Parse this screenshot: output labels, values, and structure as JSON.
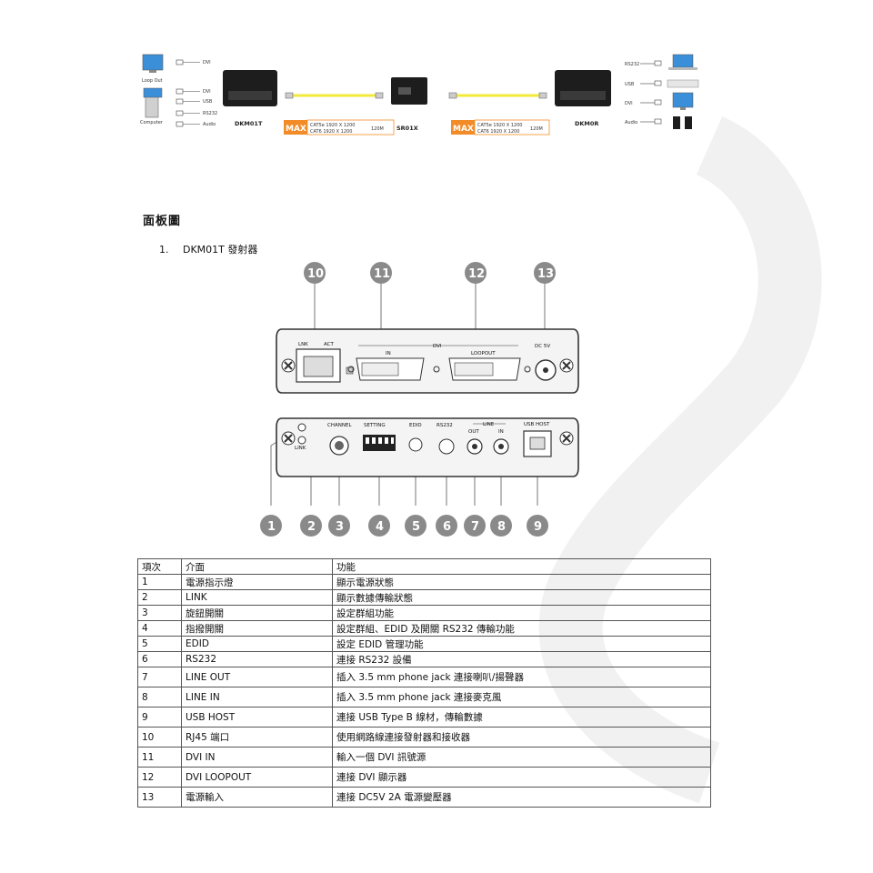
{
  "diagram": {
    "devices": [
      "DKM01T",
      "SR01X",
      "DKM0R"
    ],
    "left_labels": [
      "Loop Out",
      "Computer"
    ],
    "left_ports": [
      "DVI",
      "DVI",
      "USB",
      "RS232",
      "Audio"
    ],
    "right_ports": [
      "RS232",
      "USB",
      "DVI",
      "Audio"
    ],
    "max_badge": "MAX",
    "cable_spec_1": "CAT5e 1920 X 1200",
    "cable_spec_2": "CAT6 1920 X 1200",
    "distance": "120M",
    "colors": {
      "accent": "#f28c28",
      "cable": "#f2ea3a",
      "circle": "#8a8a8a"
    }
  },
  "section_title": "面板圖",
  "subsection": {
    "number": "1.",
    "title": "DKM01T 發射器"
  },
  "panel": {
    "callouts_top": [
      "10",
      "11",
      "12",
      "13"
    ],
    "callouts_bottom": [
      "1",
      "2",
      "3",
      "4",
      "5",
      "6",
      "7",
      "8",
      "9"
    ],
    "top_labels": {
      "lnk": "LNK",
      "act": "ACT",
      "dvi": "DVI",
      "in": "IN",
      "loopout": "LOOPOUT",
      "dc": "DC 5V"
    },
    "bottom_labels": {
      "link": "LINK",
      "channel": "CHANNEL",
      "setting": "SETTING",
      "edid": "EDID",
      "rs232": "RS232",
      "line": "LINE",
      "out": "OUT",
      "in": "IN",
      "usb_host": "USB HOST"
    }
  },
  "table": {
    "headers": [
      "項次",
      "介面",
      "功能"
    ],
    "rows": [
      [
        "1",
        "電源指示燈",
        "顯示電源狀態"
      ],
      [
        "2",
        "LINK",
        "顯示數據傳輸狀態"
      ],
      [
        "3",
        "旋鈕開關",
        "設定群組功能"
      ],
      [
        "4",
        "指撥開關",
        "設定群組、EDID 及開關 RS232 傳輸功能"
      ],
      [
        "5",
        "EDID",
        "設定 EDID 管理功能"
      ],
      [
        "6",
        "RS232",
        "連接 RS232 設備"
      ],
      [
        "7",
        "LINE OUT",
        "插入 3.5 mm phone jack 連接喇叭/揚聲器"
      ],
      [
        "8",
        "LINE IN",
        "插入 3.5 mm phone jack 連接麥克風"
      ],
      [
        "9",
        "USB HOST",
        "連接 USB Type B 線材，傳輸數據"
      ],
      [
        "10",
        "RJ45 端口",
        "使用網路線連接發射器和接收器"
      ],
      [
        "11",
        "DVI IN",
        "輸入一個 DVI 訊號源"
      ],
      [
        "12",
        "DVI LOOPOUT",
        "連接 DVI 顯示器"
      ],
      [
        "13",
        "電源輸入",
        "連接 DC5V 2A 電源變壓器"
      ]
    ]
  }
}
